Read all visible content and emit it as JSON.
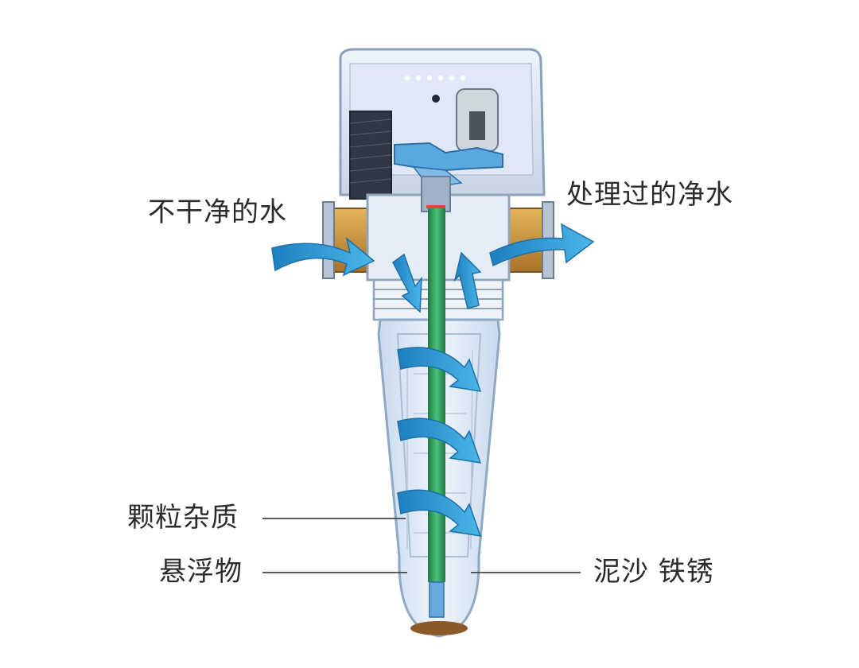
{
  "labels": {
    "dirty_water": "不干净的水",
    "clean_water": "处理过的净水",
    "particles": "颗粒杂质",
    "suspended": "悬浮物",
    "sediment": "泥沙 铁锈"
  },
  "colors": {
    "flow_arrow": "#2f9fd6",
    "filter_core": "#2f9a5a",
    "housing": "#d9e6f3",
    "brass_fitting": "#c9923a",
    "sediment": "#8a5a2b"
  }
}
